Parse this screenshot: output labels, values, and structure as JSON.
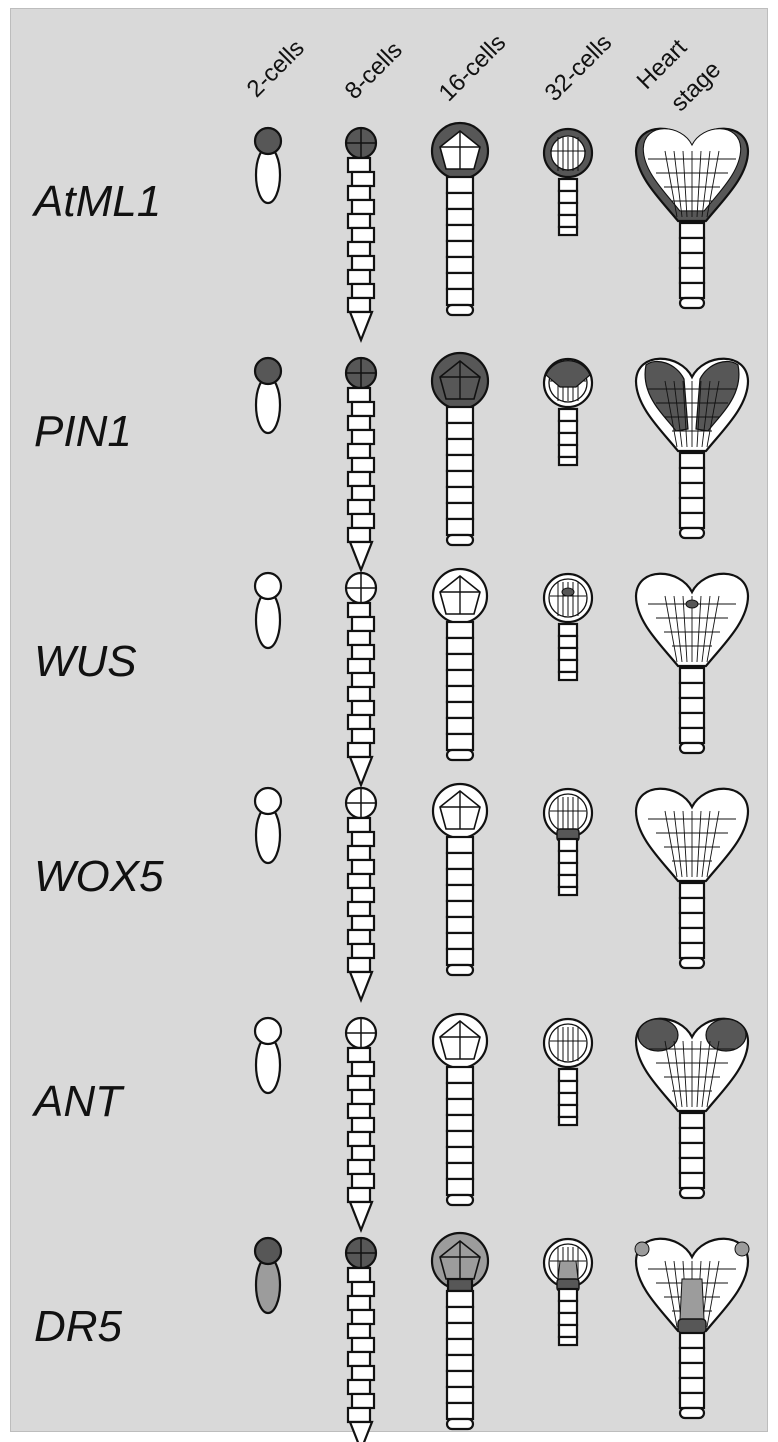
{
  "stages": [
    "2-cells",
    "8-cells",
    "16-cells",
    "32-cells",
    "Heart",
    "stage"
  ],
  "genes": [
    "AtML1",
    "PIN1",
    "WUS",
    "WOX5",
    "ANT",
    "DR5"
  ],
  "colors": {
    "background": "#d9d9d9",
    "cell_fill": "#ffffff",
    "cell_outline": "#111111",
    "expression_dark": "#575757",
    "expression_light": "#9c9c9c"
  }
}
